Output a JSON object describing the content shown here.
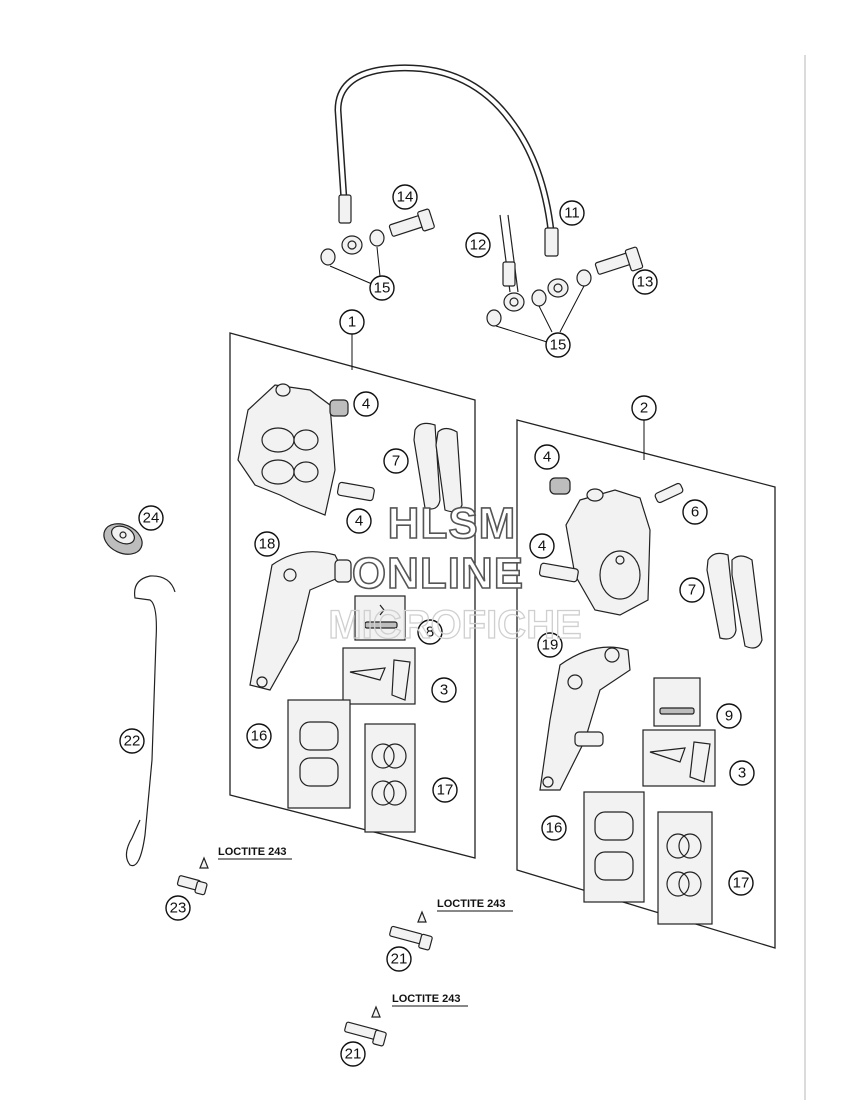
{
  "callouts": {
    "c1": "1",
    "c2": "2",
    "c3a": "3",
    "c3b": "3",
    "c4a": "4",
    "c4b": "4",
    "c4c": "4",
    "c4d": "4",
    "c6": "6",
    "c7a": "7",
    "c7b": "7",
    "c8": "8",
    "c9": "9",
    "c11": "11",
    "c12": "12",
    "c13": "13",
    "c14": "14",
    "c15a": "15",
    "c15b": "15",
    "c16a": "16",
    "c16b": "16",
    "c17a": "17",
    "c17b": "17",
    "c18": "18",
    "c19": "19",
    "c21a": "21",
    "c21b": "21",
    "c22": "22",
    "c23": "23",
    "c24": "24"
  },
  "labels": {
    "loctite_1": "LOCTITE 243",
    "loctite_2": "LOCTITE 243",
    "loctite_3": "LOCTITE 243"
  },
  "watermark": {
    "line1": "HLSM",
    "line2": "ONLINE",
    "line3": "MICROFICHE"
  }
}
